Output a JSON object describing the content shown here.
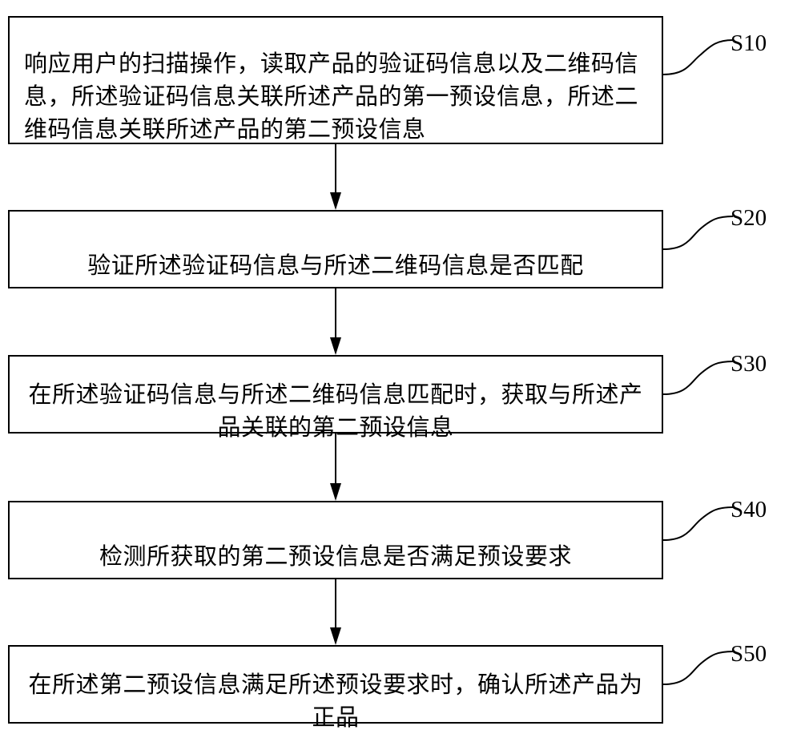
{
  "steps": [
    {
      "id": "S10",
      "label": "S10",
      "text": "响应用户的扫描操作，读取产品的验证码信息以及二维码信息，所述验证码信息关联所述产品的第一预设信息，所述二维码信息关联所述产品的第二预设信息"
    },
    {
      "id": "S20",
      "label": "S20",
      "text": "验证所述验证码信息与所述二维码信息是否匹配"
    },
    {
      "id": "S30",
      "label": "S30",
      "text": "在所述验证码信息与所述二维码信息匹配时，获取与所述产品关联的第二预设信息"
    },
    {
      "id": "S40",
      "label": "S40",
      "text": "检测所获取的第二预设信息是否满足预设要求"
    },
    {
      "id": "S50",
      "label": "S50",
      "text": "在所述第二预设信息满足所述预设要求时，确认所述产品为正品"
    }
  ]
}
